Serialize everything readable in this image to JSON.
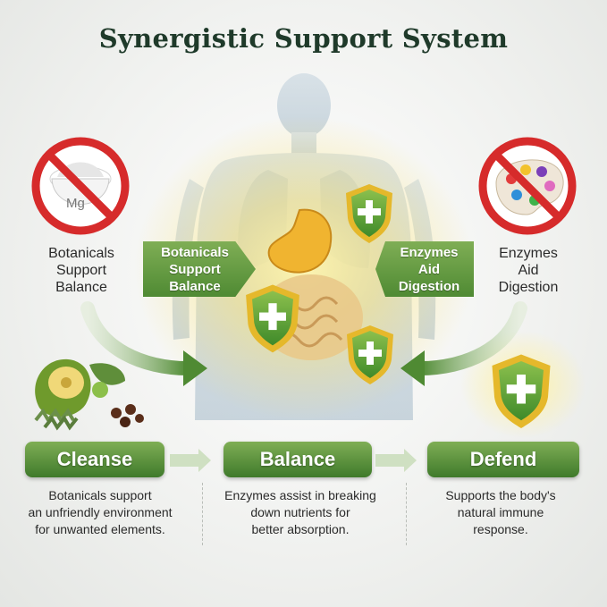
{
  "title": "Synergistic Support System",
  "left_item": {
    "icon": "no-magnesium-icon",
    "bowl_label": "Mg",
    "label_lines": [
      "Botanicals",
      "Support",
      "Balance"
    ]
  },
  "right_item": {
    "icon": "no-artificial-colors-icon",
    "label_lines": [
      "Enzymes",
      "Aid",
      "Digestion"
    ]
  },
  "center_tags": {
    "left_lines": [
      "Botanicals",
      "Support",
      "Balance"
    ],
    "right_lines": [
      "Enzymes",
      "Aid",
      "Digestion"
    ]
  },
  "steps": [
    {
      "label": "Cleanse",
      "desc_lines": [
        "Botanicals support",
        "an unfriendly environment",
        "for unwanted elements."
      ]
    },
    {
      "label": "Balance",
      "desc_lines": [
        "Enzymes assist in breaking",
        "down nutrients for",
        "better absorption."
      ]
    },
    {
      "label": "Defend",
      "desc_lines": [
        "Supports the body's",
        "natural immune",
        "response."
      ]
    }
  ],
  "colors": {
    "accent_green": "#4f8a33",
    "shield_gold": "#e5b82b",
    "prohibit_red": "#d62b2b",
    "title_color": "#1f3a2a"
  }
}
